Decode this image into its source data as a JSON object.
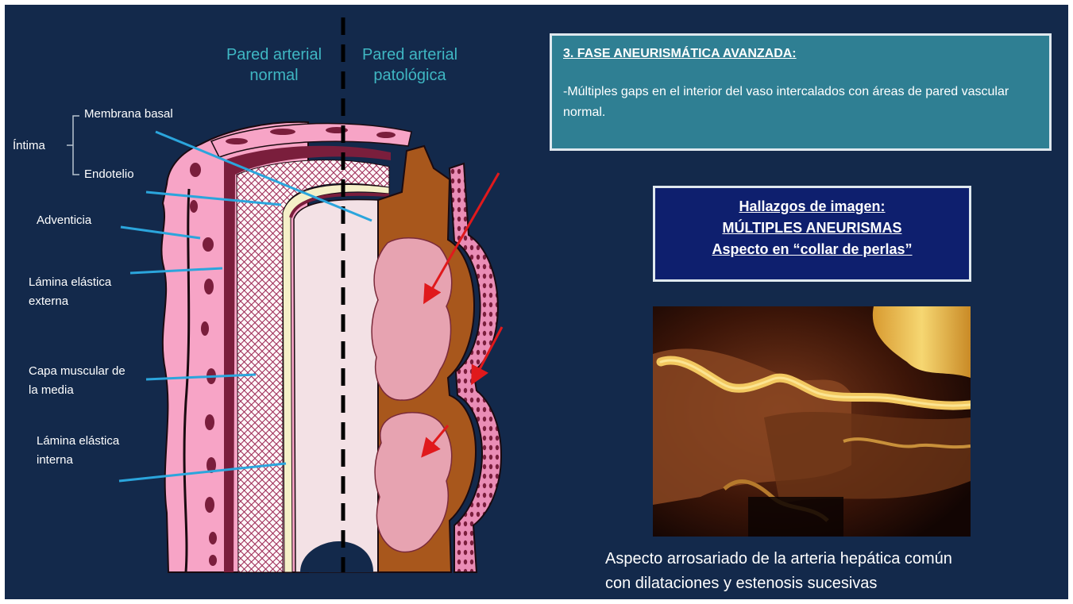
{
  "columns": {
    "normal": [
      "Pared arterial",
      "normal"
    ],
    "pathologic": [
      "Pared arterial",
      "patológica"
    ]
  },
  "labels": {
    "intima": "Íntima",
    "membrana_basal": "Membrana basal",
    "endotelio": "Endotelio",
    "adventicia": "Adventicia",
    "lamina_externa": [
      "Lámina elástica",
      "externa"
    ],
    "capa_muscular": [
      "Capa muscular de",
      "la media"
    ],
    "lamina_interna": [
      "Lámina elástica",
      "interna"
    ]
  },
  "phase": {
    "title": "3.  FASE  ANEURISMÁTICA  AVANZADA:",
    "text": "-Múltiples gaps en el interior del vaso intercalados con áreas de pared vascular normal."
  },
  "findings": {
    "line1": "Hallazgos de imagen:",
    "line2": "MÚLTIPLES ANEURISMAS",
    "line3": "Aspecto en “collar de perlas”"
  },
  "caption": [
    "Aspecto arrosariado de la arteria hepática común",
    "con dilataciones y estenosis sucesivas"
  ],
  "colors": {
    "background": "#13294b",
    "accent_label": "#3fb7c3",
    "pointer_line": "#2ba5dc",
    "arrow": "#e0191c",
    "adventitia": "#f7a4c6",
    "media_brown": "#a8571c",
    "lumen": "#f3e1e5"
  }
}
